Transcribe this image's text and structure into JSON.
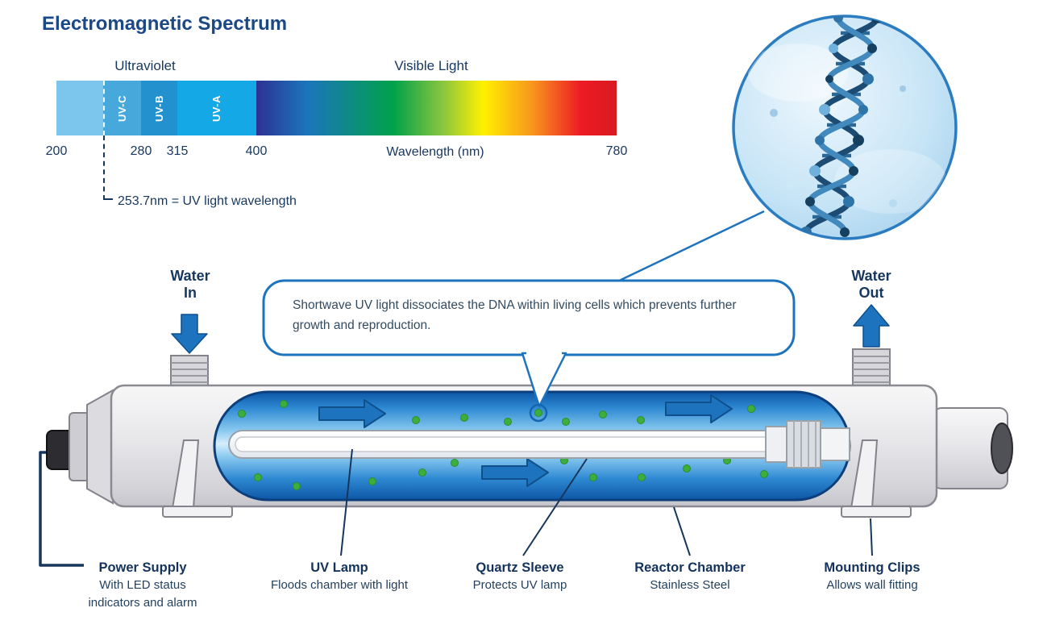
{
  "title": "Electromagnetic Spectrum",
  "spectrum": {
    "uv_label": "Ultraviolet",
    "visible_label": "Visible Light",
    "bands": [
      "UV-C",
      "UV-B",
      "UV-A"
    ],
    "ticks": [
      "200",
      "280",
      "315",
      "400",
      "780"
    ],
    "wavelength_label": "Wavelength (nm)",
    "uv_note": "253.7nm = UV light wavelength"
  },
  "callout": "Shortwave UV light dissociates the DNA within living cells which prevents further growth and reproduction.",
  "flow": {
    "in_line1": "Water",
    "in_line2": "In",
    "out_line1": "Water",
    "out_line2": "Out"
  },
  "parts": [
    {
      "name": "Power Supply",
      "desc": "With LED status indicators and alarm"
    },
    {
      "name": "UV Lamp",
      "desc": "Floods chamber with light"
    },
    {
      "name": "Quartz Sleeve",
      "desc": "Protects UV lamp"
    },
    {
      "name": "Reactor Chamber",
      "desc": "Stainless Steel"
    },
    {
      "name": "Mounting Clips",
      "desc": "Allows wall fitting"
    }
  ],
  "colors": {
    "accent_blue": "#1e73be",
    "navy_text": "#17375e",
    "title_blue": "#1b4887",
    "water_outline": "#0d3f7d",
    "water_blue": "#2f8ad2",
    "uv_c_band": "#47a8dc",
    "uv_b_band": "#2491cf",
    "uv_a_band": "#15a8e6",
    "microbe_green": "#3cae3c",
    "steel_gray": "#d6d6db"
  }
}
